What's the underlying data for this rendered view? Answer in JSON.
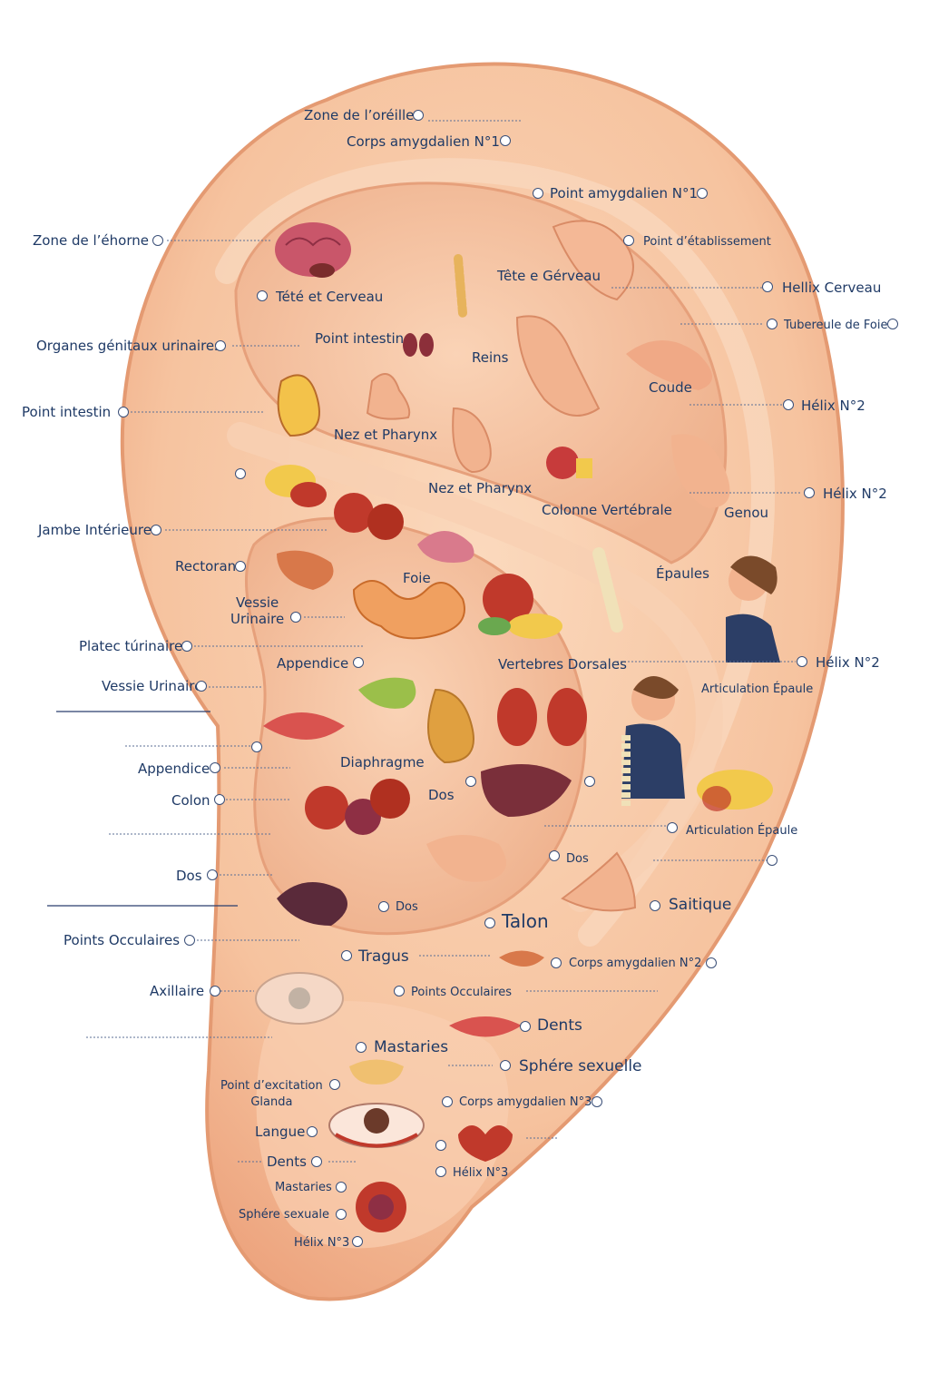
{
  "labels": [
    "Zone de l’oréille",
    "Corps amygdalien N°1",
    "Point amygdalien N°1",
    "Zone de l’éhorne",
    "Point d’établissement",
    "Tête e Gérveau",
    "Tété et Cerveau",
    "Hellix Cerveau",
    "Tubereule de Foie",
    "Organes génitaux urinaires",
    "Point intestin",
    "Reins",
    "Coude",
    "Point intestin",
    "Hélix N°2",
    "Nez et Pharynx",
    "Nez et Pharynx",
    "Hélix N°2",
    "Colonne Vertébrale",
    "Genou",
    "Jambe Intérieure",
    "Foie",
    "Épaules",
    "Rectoran",
    "Vessie\nUrinaire",
    "Platec túrinaire",
    "Appendice",
    "Vertebres Dorsales",
    "Hélix N°2",
    "Vessie Urinaire",
    "Articulation Épaule",
    "Diaphragme",
    "Appendice",
    "Colon",
    "Dos",
    "Articulation Épaule",
    "Dos",
    "Dos",
    "Dos",
    "Saitique",
    "Talon",
    "Points Occulaires",
    "Tragus",
    "Corps amygdalien N°2",
    "Axillaire",
    "Points Occulaires",
    "Dents",
    "Mastaries",
    "Sphére sexuelle",
    "Point d’excitation\nGlanda",
    "Corps amygdalien N°3",
    "Langue",
    "Dents",
    "Hélix N°3",
    "Mastaries",
    "Sphére sexuale",
    "Hélix N°3"
  ],
  "colors": {
    "ear_skin": "#f6c39f",
    "ear_shadow": "#e8a27c",
    "label_text": "#1f3a66",
    "leader_line": "#5b6f96"
  }
}
